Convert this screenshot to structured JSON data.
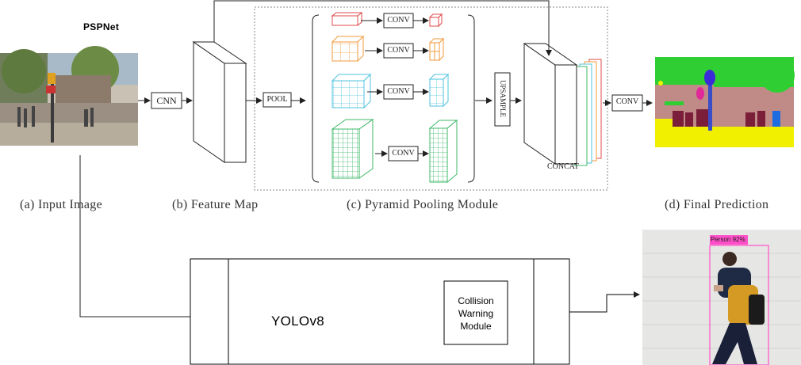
{
  "title": "PSPNet",
  "labels": {
    "input_image": "(a) Input Image",
    "feature_map": "(b) Feature Map",
    "ppm": "(c) Pyramid Pooling Module",
    "final_prediction": "(d) Final Prediction"
  },
  "ops": {
    "cnn": "CNN",
    "pool": "POOL",
    "conv": "CONV",
    "upsample": "UPSAMPLE",
    "concat": "CONCAT"
  },
  "yolo": {
    "name": "YOLOv8",
    "module": "Collision Warning Module"
  },
  "detection": {
    "tag": "Person 92%"
  },
  "colors": {
    "red": "#e04848",
    "orange": "#f39a3c",
    "cyan": "#4fc3e0",
    "green": "#3fb86a",
    "detection_box": "#ff4fc8"
  }
}
